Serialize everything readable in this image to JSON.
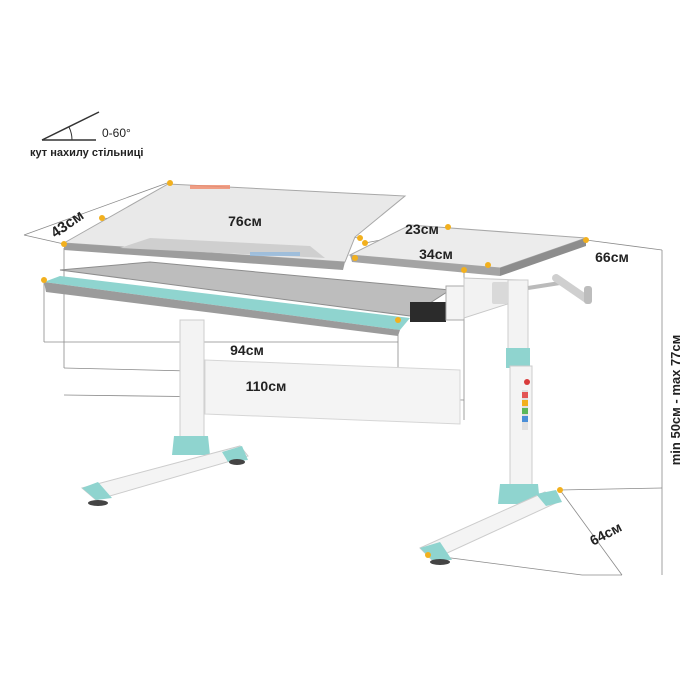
{
  "tilt": {
    "angle_label": "0-60°",
    "caption": "кут нахилу стільниці"
  },
  "dimensions": {
    "depth_main": "43см",
    "width_tilt_top": "76см",
    "shelf_depth": "23см",
    "shelf_width": "34см",
    "side_depth": "66см",
    "drawer_width": "94см",
    "total_width": "110см",
    "height_range": "min 50см - max 77см",
    "base_depth": "64см"
  },
  "colors": {
    "accent": "#8fd4cf",
    "frame": "#f1f1f1",
    "top": "#ececec",
    "edge": "#9a9a9a",
    "marker": "#f2b01e"
  }
}
